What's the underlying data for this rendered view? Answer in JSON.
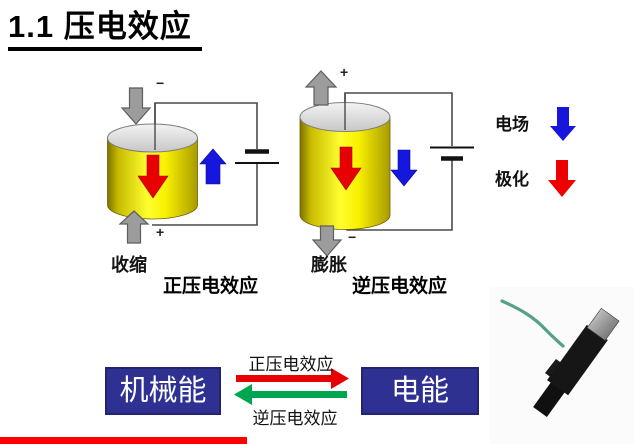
{
  "title": "1.1 压电效应",
  "diagrams": {
    "left": {
      "top_sign": "−",
      "bottom_sign": "+",
      "state_label": "收缩",
      "effect_label": "正压电效应"
    },
    "right": {
      "top_sign": "+",
      "bottom_sign": "−",
      "state_label": "膨胀",
      "effect_label": "逆压电效应"
    }
  },
  "legend": {
    "electric_field_label": "电场",
    "polarization_label": "极化"
  },
  "flow": {
    "source_box_label": "机械能",
    "target_box_label": "电能",
    "forward_label": "正压电效应",
    "reverse_label": "逆压电效应"
  },
  "colors": {
    "energy_box_blue": "#2e3192",
    "forward_arrow_red": "#e60000",
    "reverse_arrow_green": "#00a550",
    "field_arrow_blue": "#1616dd",
    "polarization_arrow_red": "#ee0000",
    "cylinder_yellow": "#ffff00",
    "stress_arrow_gray": "#9c9c9c",
    "accent_bar_red": "#fe0000",
    "photo_wire_green": "#55a183"
  }
}
